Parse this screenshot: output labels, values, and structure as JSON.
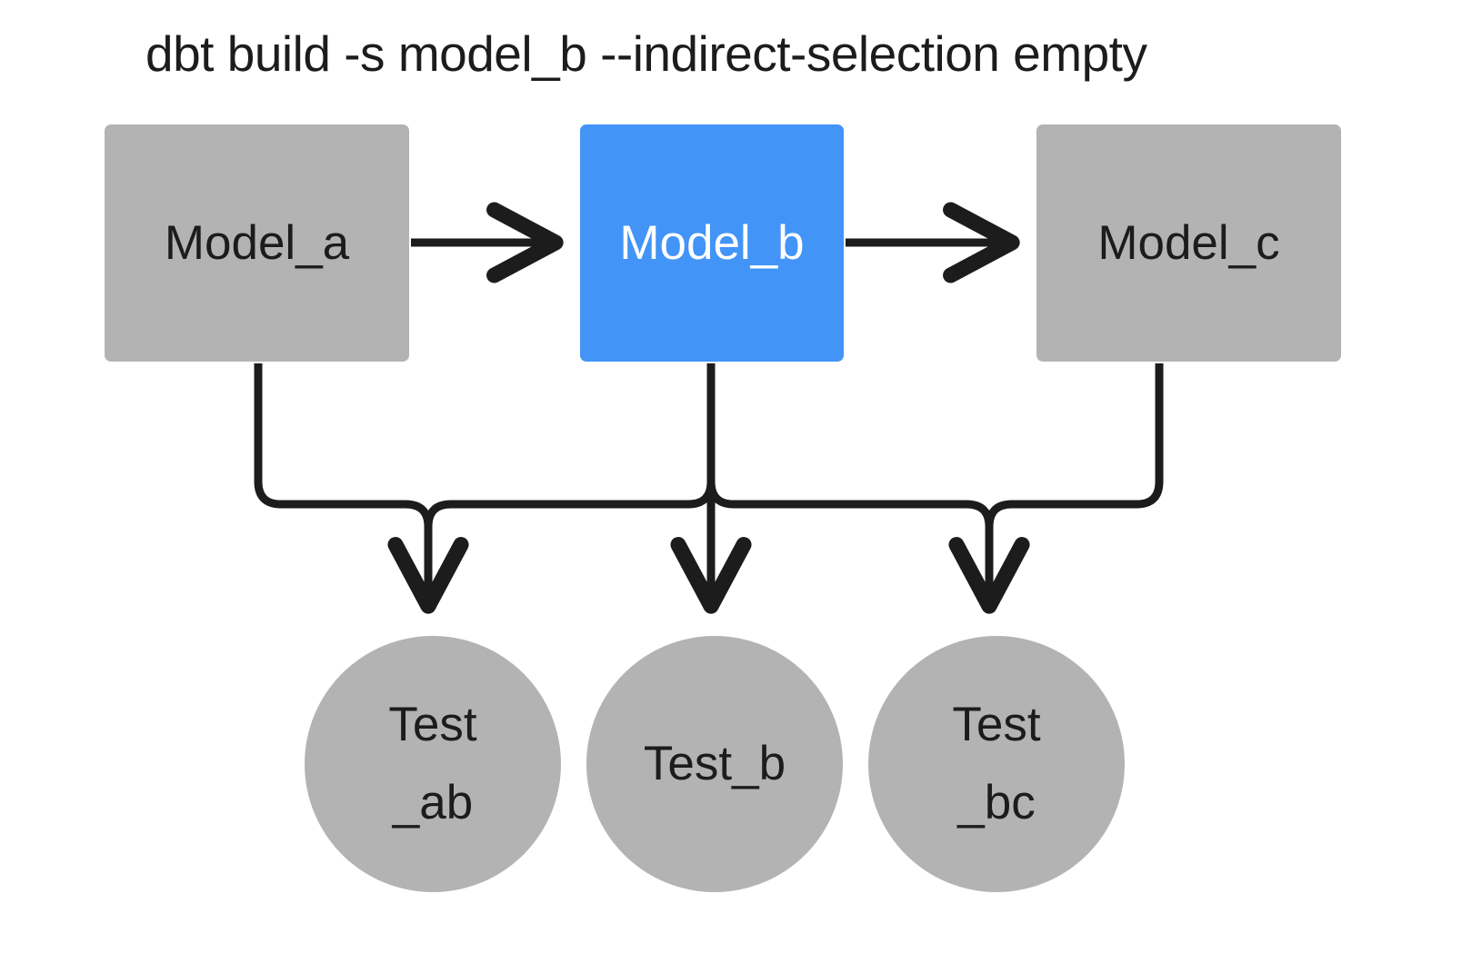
{
  "diagram": {
    "title": "dbt build -s model_b --indirect-selection empty",
    "background_color": "#ffffff",
    "node_gray": "#b3b3b3",
    "node_selected_blue": "#4294f7",
    "edge_color": "#1c1c1c",
    "text_color": "#1c1c1c",
    "selected_text_color": "#ffffff",
    "models": [
      {
        "id": "model_a",
        "label": "Model_a",
        "shape": "rectangle",
        "selected": false
      },
      {
        "id": "model_b",
        "label": "Model_b",
        "shape": "rectangle",
        "selected": true
      },
      {
        "id": "model_c",
        "label": "Model_c",
        "shape": "rectangle",
        "selected": false
      }
    ],
    "tests": [
      {
        "id": "test_ab",
        "label_line1": "Test",
        "label_line2": "_ab",
        "shape": "circle",
        "selected": false
      },
      {
        "id": "test_b",
        "label_line1": "Test_b",
        "label_line2": "",
        "shape": "circle",
        "selected": false
      },
      {
        "id": "test_bc",
        "label_line1": "Test",
        "label_line2": "_bc",
        "shape": "circle",
        "selected": false
      }
    ],
    "edges": [
      {
        "from": "model_a",
        "to": "model_b",
        "style": "straight-arrow"
      },
      {
        "from": "model_b",
        "to": "model_c",
        "style": "straight-arrow"
      },
      {
        "from": "model_a",
        "to": "test_ab",
        "style": "elbow-arrow"
      },
      {
        "from": "model_b",
        "to": "test_ab",
        "style": "elbow-arrow"
      },
      {
        "from": "model_b",
        "to": "test_b",
        "style": "straight-arrow"
      },
      {
        "from": "model_b",
        "to": "test_bc",
        "style": "elbow-arrow"
      },
      {
        "from": "model_c",
        "to": "test_bc",
        "style": "elbow-arrow"
      }
    ]
  }
}
